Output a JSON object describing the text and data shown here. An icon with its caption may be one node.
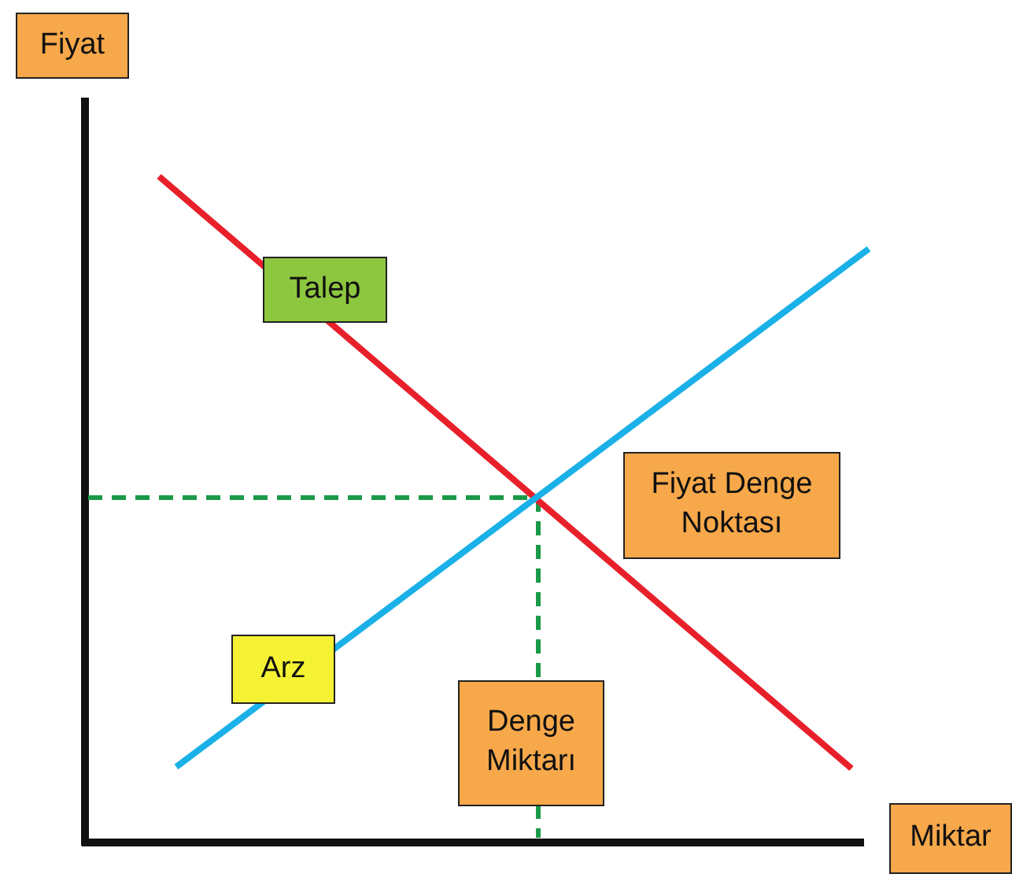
{
  "diagram": {
    "nodes": [
      {
        "text": [
          "Fiyat"
        ]
      },
      {
        "text": [
          "Talep"
        ]
      },
      {
        "text": [
          "Fiyat Denge Noktası"
        ]
      },
      {
        "text": [
          "Arz"
        ]
      },
      {
        "text": [
          "Denge Miktarı"
        ]
      },
      {
        "text": [
          "Miktar"
        ]
      }
    ]
  }
}
